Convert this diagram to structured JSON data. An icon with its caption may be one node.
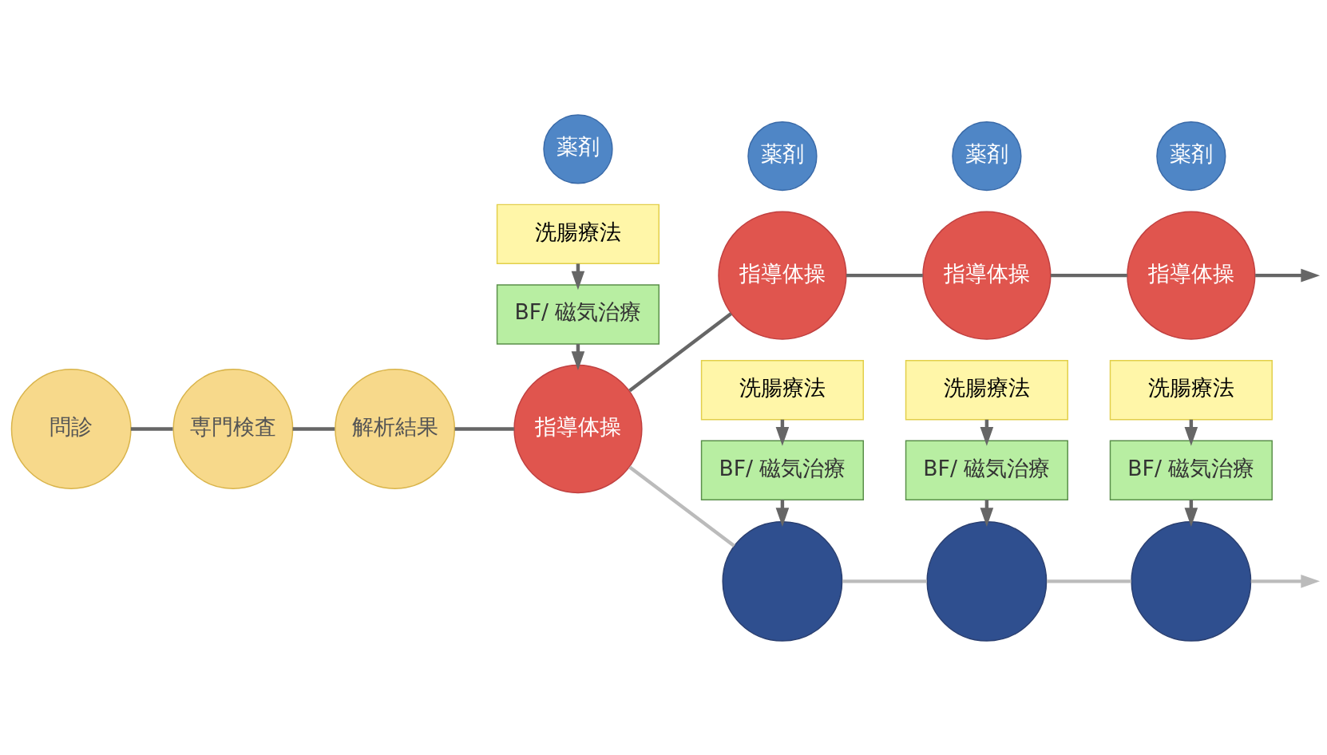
{
  "diagram": {
    "nodes": [
      {
        "text": [
          "問診"
        ]
      },
      {
        "text": [
          "専門検査"
        ]
      },
      {
        "text": [
          "解析結果"
        ]
      },
      {
        "text": [
          "洗腸療法"
        ]
      },
      {
        "text": [
          "BF/ 磁気治療"
        ]
      },
      {
        "text": [
          "指導体操"
        ]
      },
      {
        "text": [
          "薬剤"
        ]
      },
      {
        "text": [
          "洗腸療法"
        ]
      },
      {
        "text": [
          "BF/ 磁気治療"
        ]
      },
      {
        "text": [],
        "shape": "circle"
      },
      {
        "text": [
          "指導体操"
        ]
      },
      {
        "text": [
          "薬剤"
        ]
      },
      {
        "text": [
          "洗腸療法"
        ]
      },
      {
        "text": [
          "BF/ 磁気治療"
        ]
      },
      {
        "text": [],
        "shape": "circle"
      },
      {
        "text": [
          "指導体操"
        ]
      },
      {
        "text": [
          "薬剤"
        ]
      },
      {
        "text": [
          "洗腸療法"
        ]
      },
      {
        "text": [
          "BF/ 磁気治療"
        ]
      },
      {
        "text": [],
        "shape": "circle"
      },
      {
        "text": [
          "指導体操"
        ]
      },
      {
        "text": [
          "薬剤"
        ]
      }
    ],
    "edges": [
      {
        "from": 3,
        "to": 4,
        "arrow": "to"
      },
      {
        "from": 4,
        "to": 5,
        "arrow": "to"
      },
      {
        "from": 7,
        "to": 8,
        "arrow": "to"
      },
      {
        "from": 8,
        "to": 9,
        "arrow": "to"
      },
      {
        "from": 12,
        "to": 13,
        "arrow": "to"
      },
      {
        "from": 13,
        "to": 14,
        "arrow": "to"
      },
      {
        "from": 17,
        "to": 18,
        "arrow": "to"
      },
      {
        "from": 18,
        "to": 19,
        "arrow": "to"
      },
      {
        "from": 0,
        "to": 1,
        "arrow": "none"
      },
      {
        "from": 1,
        "to": 2,
        "arrow": "none"
      },
      {
        "from": 2,
        "to": 5,
        "arrow": "none"
      },
      {
        "from": 5,
        "to": 10,
        "arrow": "none"
      },
      {
        "from": 10,
        "to": 15,
        "arrow": "none"
      },
      {
        "from": 15,
        "to": 20,
        "arrow": "none"
      },
      {
        "from": 20,
        "to": null,
        "arrow": "to"
      },
      {
        "from": 5,
        "to": 9,
        "arrow": "none",
        "color": "#bbbbbb"
      },
      {
        "from": 9,
        "to": 14,
        "arrow": "none",
        "color": "#bbbbbb"
      },
      {
        "from": 14,
        "to": 19,
        "arrow": "none",
        "color": "#bbbbbb"
      },
      {
        "from": 19,
        "to": null,
        "arrow": "to",
        "color": "#bbbbbb"
      }
    ]
  }
}
